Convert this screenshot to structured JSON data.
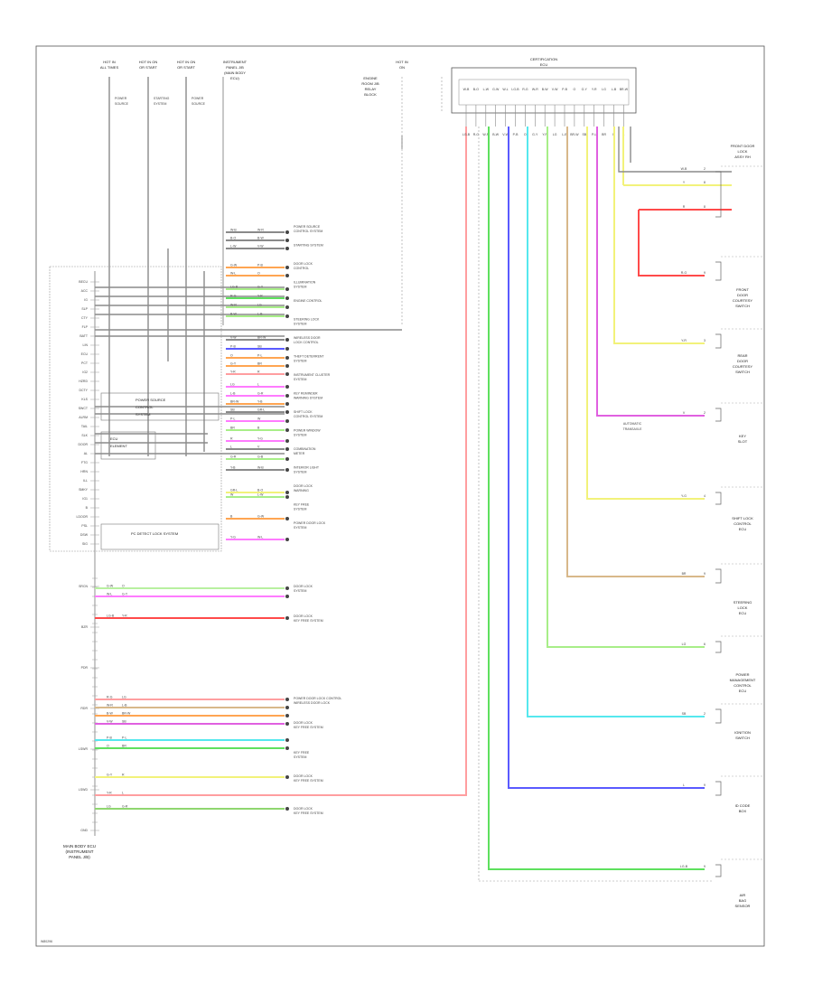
{
  "diagram": {
    "footer_code": "W80296",
    "ecu_label": [
      "MAIN BODY ECU",
      "(INSTRUMENT",
      "PANEL J/B)"
    ],
    "top_labels": [
      {
        "lines": [
          "HOT IN",
          "ALL TIMES"
        ],
        "sub": [
          "POWER",
          "SOURCE"
        ]
      },
      {
        "lines": [
          "HOT IN ON",
          "OR START"
        ],
        "sub": [
          "STARTING",
          "SYSTEM"
        ]
      },
      {
        "lines": [
          "HOT IN ON",
          "OR START"
        ],
        "sub": [
          "POWER",
          "SOURCE"
        ]
      },
      {
        "lines": [
          "INSTRUMENT",
          "PANEL J/B",
          "(MAIN BODY",
          "ECU)"
        ],
        "sub": []
      }
    ],
    "mid_top_label": [
      "ENGINE",
      "ROOM J/B",
      "RELAY",
      "BLOCK"
    ],
    "hot_in_label": [
      "HOT IN",
      "ON"
    ],
    "right_ecu": [
      "CERTIFICATION",
      "ECU"
    ],
    "right_components": [
      {
        "name": [
          "FRONT DOOR",
          "LOCK",
          "ASSY RH"
        ]
      },
      {
        "name": [
          "FRONT",
          "DOOR",
          "COURTESY",
          "SWITCH"
        ]
      },
      {
        "name": [
          "REAR",
          "DOOR",
          "COURTESY",
          "SWITCH"
        ]
      },
      {
        "name": [
          "KEY",
          "SLOT"
        ]
      },
      {
        "name": [
          "SHIFT LOCK",
          "CONTROL",
          "ECU"
        ]
      },
      {
        "name": [
          "STEERING",
          "LOCK",
          "ECU"
        ]
      },
      {
        "name": [
          "POWER",
          "MANAGEMENT",
          "CONTROL",
          "ECU"
        ]
      },
      {
        "name": [
          "IGNITION",
          "SWITCH"
        ]
      },
      {
        "name": [
          "ID CODE",
          "BOX"
        ]
      },
      {
        "name": [
          "AIR",
          "BAG",
          "SENSOR"
        ]
      }
    ],
    "left_pins": [
      "BECU",
      "ACC",
      "IG",
      "SLP",
      "CTY",
      "FLP",
      "BATT",
      "LIN",
      "ECU",
      "PCT",
      "IG2",
      "HZRD",
      "DCTY",
      "KLS",
      "SWCT",
      "ALRM",
      "TAIL",
      "SLK",
      "DOOR",
      "AL",
      "FTG",
      "HRN",
      "ILL",
      "SMKY",
      "IG1",
      "B",
      "LDOOR",
      "PSL",
      "DSW",
      "SIG",
      "SRCN",
      "BZR",
      "PDR",
      "RDR",
      "LSWR",
      "LSWD",
      "GND"
    ],
    "left_box_labels": [
      "POWER SOURCE",
      "CONTROL",
      "SYSTEM",
      "ECU",
      "ELEMENT",
      "PC DETECT LOCK SYSTEM"
    ],
    "wire_codes": [
      "W-B",
      "B-O",
      "L-W",
      "G-W",
      "W-L",
      "LG-B",
      "R-G",
      "W-R",
      "B-W",
      "V-W",
      "P-B",
      "O",
      "G-Y",
      "Y-R",
      "LG",
      "L-B",
      "BR-W",
      "SB",
      "P-L",
      "BR",
      "R",
      "L",
      "G-R",
      "Y-B",
      "GR-L",
      "W",
      "B",
      "Y-G",
      "V",
      "G-B"
    ],
    "middle_labels": [
      [
        "POWER SOURCE",
        "CONTROL SYSTEM"
      ],
      [
        "STARTING SYSTEM"
      ],
      [
        "DOOR LOCK",
        "CONTROL"
      ],
      [
        "ILLUMINATION",
        "SYSTEM"
      ],
      [
        "ENGINE CONTROL"
      ],
      [
        "STEERING LOCK",
        "SYSTEM"
      ],
      [
        "WIRELESS DOOR",
        "LOCK CONTROL"
      ],
      [
        "THEFT DETERRENT",
        "SYSTEM"
      ],
      [
        "INSTRUMENT CLUSTER",
        "SYSTEM"
      ],
      [
        "KEY REMINDER",
        "WARNING SYSTEM"
      ],
      [
        "SHIFT LOCK",
        "CONTROL SYSTEM"
      ],
      [
        "POWER WINDOW",
        "SYSTEM"
      ],
      [
        "COMBINATION",
        "METER"
      ],
      [
        "INTERIOR LIGHT",
        "SYSTEM"
      ],
      [
        "DOOR LOCK",
        "WARNING"
      ],
      [
        "KEY FREE",
        "SYSTEM"
      ],
      [
        "POWER DOOR LOCK",
        "SYSTEM"
      ]
    ],
    "bottom_labels": [
      [
        "DOOR LOCK",
        "SYSTEM"
      ],
      [
        "DOOR LOCK",
        "KEY FREE SYSTEM"
      ],
      [
        "POWER DOOR LOCK CONTROL",
        "WIRELESS DOOR LOCK"
      ],
      [
        "DOOR LOCK",
        "KEY FREE SYSTEM"
      ],
      [
        "KEY FREE",
        "SYSTEM"
      ],
      [
        "DOOR LOCK",
        "KEY FREE SYSTEM"
      ],
      [
        "DOOR LOCK",
        "KEY FREE SYSTEM"
      ]
    ],
    "colors": {
      "red": "#ff4a4a",
      "pink": "#ff7bff",
      "magenta": "#e060e0",
      "green": "#5ee05e",
      "lightgreen": "#a8ee88",
      "yellow": "#f2f27a",
      "orange": "#ffa552",
      "cyan": "#55e8ee",
      "blue": "#5a5aff",
      "tan": "#d8b88a",
      "violet": "#a060ff",
      "gray": "#8a8a8a"
    }
  }
}
